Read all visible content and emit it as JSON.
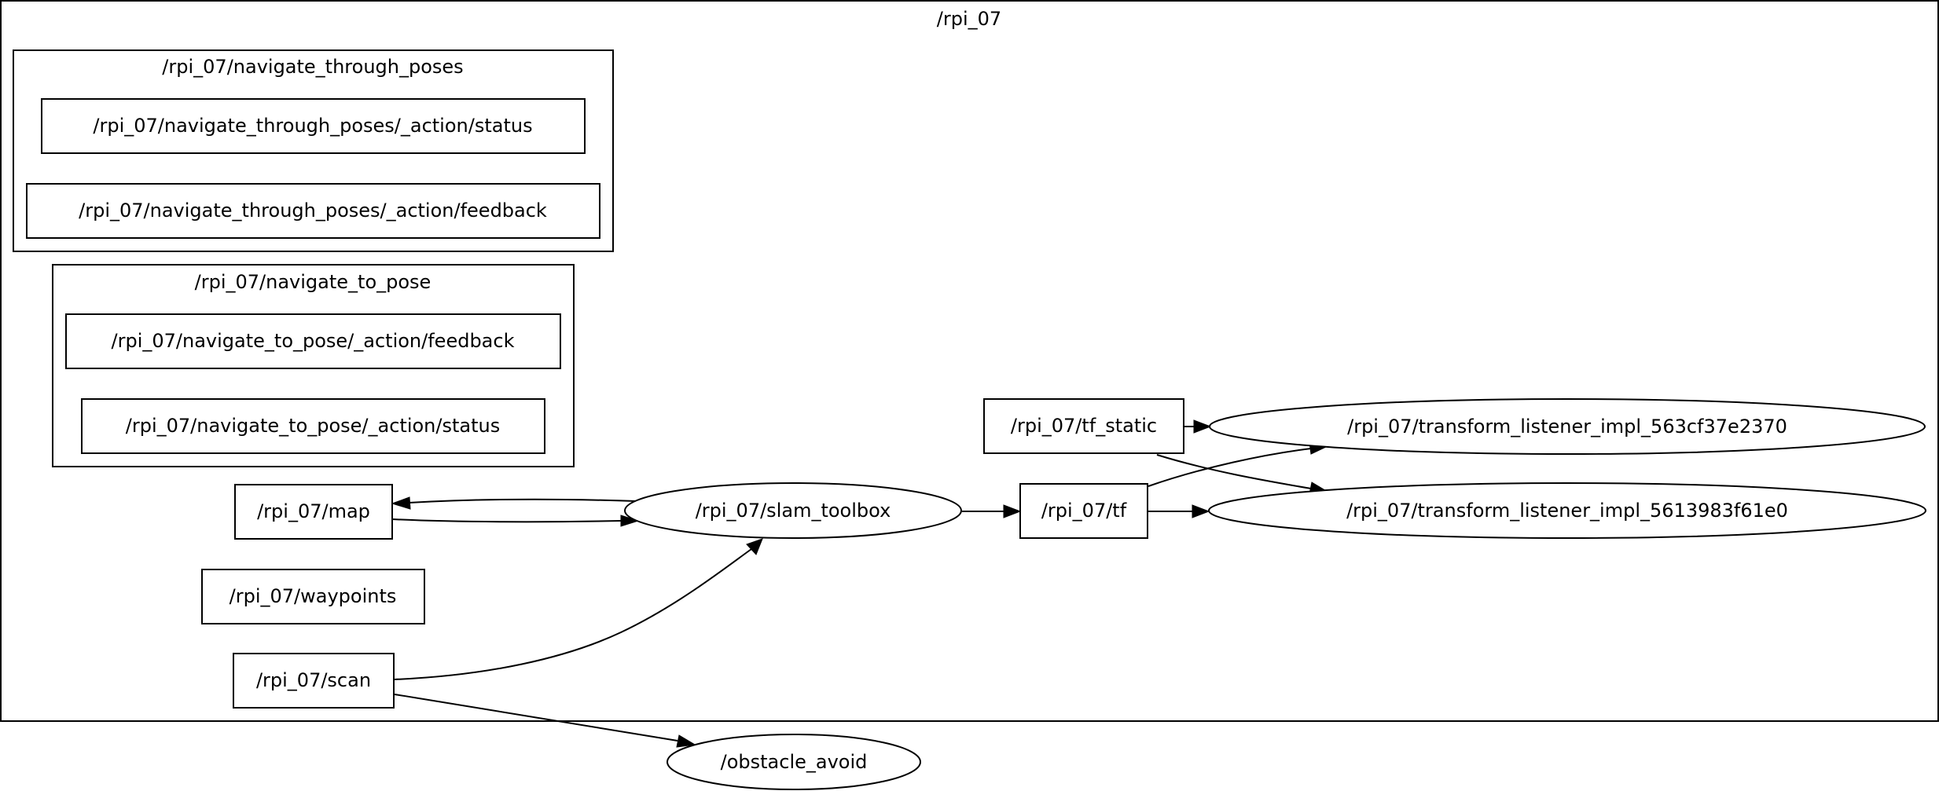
{
  "graph": {
    "cluster_title": "/rpi_07",
    "subclusters": {
      "navigate_through_poses": {
        "title": "/rpi_07/navigate_through_poses",
        "status": "/rpi_07/navigate_through_poses/_action/status",
        "feedback": "/rpi_07/navigate_through_poses/_action/feedback"
      },
      "navigate_to_pose": {
        "title": "/rpi_07/navigate_to_pose",
        "feedback": "/rpi_07/navigate_to_pose/_action/feedback",
        "status": "/rpi_07/navigate_to_pose/_action/status"
      }
    },
    "topics": {
      "map": "/rpi_07/map",
      "waypoints": "/rpi_07/waypoints",
      "scan": "/rpi_07/scan",
      "tf_static": "/rpi_07/tf_static",
      "tf": "/rpi_07/tf"
    },
    "nodes": {
      "slam_toolbox": "/rpi_07/slam_toolbox",
      "tl_563": "/rpi_07/transform_listener_impl_563cf37e2370",
      "tl_5613": "/rpi_07/transform_listener_impl_5613983f61e0",
      "obstacle_avoid": "/obstacle_avoid"
    },
    "edges": [
      [
        "slam_toolbox",
        "map"
      ],
      [
        "map",
        "slam_toolbox"
      ],
      [
        "scan",
        "slam_toolbox"
      ],
      [
        "scan",
        "obstacle_avoid"
      ],
      [
        "slam_toolbox",
        "tf"
      ],
      [
        "tf_static",
        "tl_563"
      ],
      [
        "tf_static",
        "tl_5613"
      ],
      [
        "tf",
        "tl_563"
      ],
      [
        "tf",
        "tl_5613"
      ]
    ]
  }
}
